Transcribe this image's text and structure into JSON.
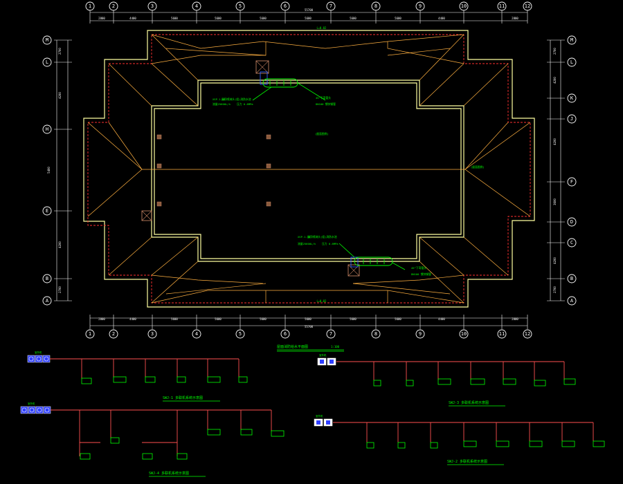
{
  "grid": {
    "columns": [
      "1",
      "2",
      "3",
      "4",
      "5",
      "6",
      "7",
      "8",
      "9",
      "10",
      "11",
      "12"
    ],
    "rows_left": [
      "M",
      "L",
      "H",
      "E",
      "B",
      "A"
    ],
    "rows_right": [
      "M",
      "L",
      "K",
      "J",
      "F",
      "D",
      "C",
      "B",
      "A"
    ]
  },
  "dimensions": {
    "top_total": "55700",
    "bottom_total": "55700",
    "top_segments": [
      "2800",
      "4400",
      "5600",
      "5600",
      "5600",
      "5600",
      "5600",
      "5600",
      "4400",
      "2800"
    ],
    "bottom_segments": [
      "2800",
      "4400",
      "5600",
      "5600",
      "5600",
      "5600",
      "5600",
      "5600",
      "4400",
      "2800"
    ],
    "left_segments": [
      "2700",
      "4200",
      "5400",
      "4200",
      "2700"
    ],
    "right_segments": [
      "2700",
      "4200",
      "4200",
      "3600",
      "4200",
      "2700"
    ]
  },
  "plan": {
    "title": "屋面消防给水平面图",
    "scale": "1:100",
    "label_upper_device": "XSP-1-18",
    "label_upper_text1": "屋顶喷淋头(组)消防水池",
    "label_upper_text2": "流量25600L/h",
    "label_upper_text3": "压力 0.6MPa",
    "label_upper_pipe": "45°下弯管头",
    "label_upper_pipe2": "DN100  镀锌钢管",
    "label_center": "(屋面图例)",
    "label_right": "(屋面图例)",
    "label_lower_device": "XSP-1-18",
    "label_lower_text1": "屋顶喷淋头(组)消防水池",
    "label_lower_text2": "流量25600L/h",
    "label_lower_text3": "压力 0.6MPa",
    "label_lower_pipe": "45°下弯管头",
    "label_lower_pipe2": "DN100  镀锌钢管",
    "label_top_tag": "i=0.02",
    "label_bottom_tag": "i=0.02"
  },
  "schematics": [
    {
      "title": "SWJ-1   多联机系统示意图",
      "source_label": "室外机"
    },
    {
      "title": "SWJ-2   多联机系统示意图",
      "source_label": "室外机"
    },
    {
      "title": "SWJ-3   多联机系统示意图",
      "source_label": "室外机"
    },
    {
      "title": "SWJ-4   多联机系统示意图",
      "source_label": "室外机"
    }
  ],
  "colors": {
    "background": "#000000",
    "grid_bubble": "#ffffff",
    "annotation": "#00ff00",
    "wall": "#ffffa0",
    "roof_line": "#ffb040",
    "eave": "#ff3030"
  }
}
